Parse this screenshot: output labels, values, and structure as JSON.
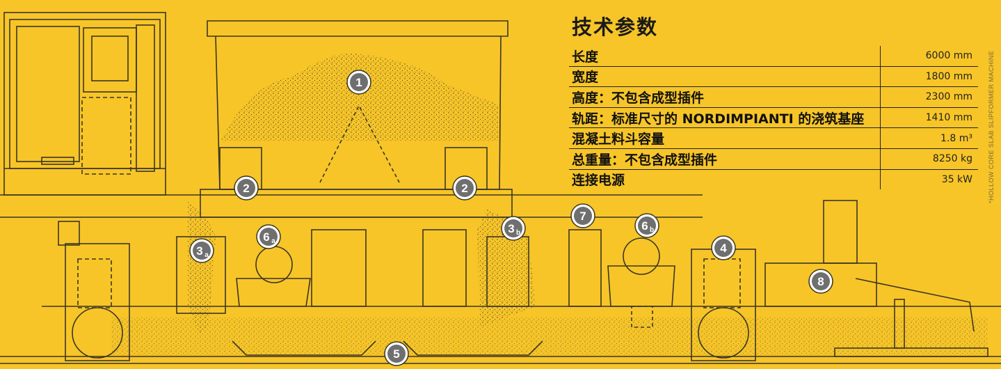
{
  "specs": {
    "title": "技术参数",
    "rows": [
      {
        "label": "长度",
        "value": "6000 mm"
      },
      {
        "label": "宽度",
        "value": "1800 mm"
      },
      {
        "label": "高度：不包含成型插件",
        "value": "2300 mm"
      },
      {
        "label": "轨距：标准尺寸的 NORDIMPIANTI 的浇筑基座",
        "value": "1410 mm"
      },
      {
        "label": "混凝土料斗容量",
        "value": "1.8 m³"
      },
      {
        "label": "总重量：不包含成型插件",
        "value": "8250 kg"
      },
      {
        "label": "连接电源",
        "value": "35 kW"
      }
    ]
  },
  "side_note": "*HOLLOW CORE SLAB SLIPFORMER MACHINE",
  "callouts": [
    {
      "main": "1",
      "sub": ""
    },
    {
      "main": "2",
      "sub": ""
    },
    {
      "main": "2",
      "sub": ""
    },
    {
      "main": "3",
      "sub": "a"
    },
    {
      "main": "6",
      "sub": "a"
    },
    {
      "main": "3",
      "sub": "b"
    },
    {
      "main": "7",
      "sub": ""
    },
    {
      "main": "6",
      "sub": "b"
    },
    {
      "main": "4",
      "sub": ""
    },
    {
      "main": "8",
      "sub": ""
    },
    {
      "main": "5",
      "sub": ""
    }
  ],
  "colors": {
    "background": "#F7C528",
    "line": "#3b3520",
    "badge": "#6f6f6f"
  }
}
